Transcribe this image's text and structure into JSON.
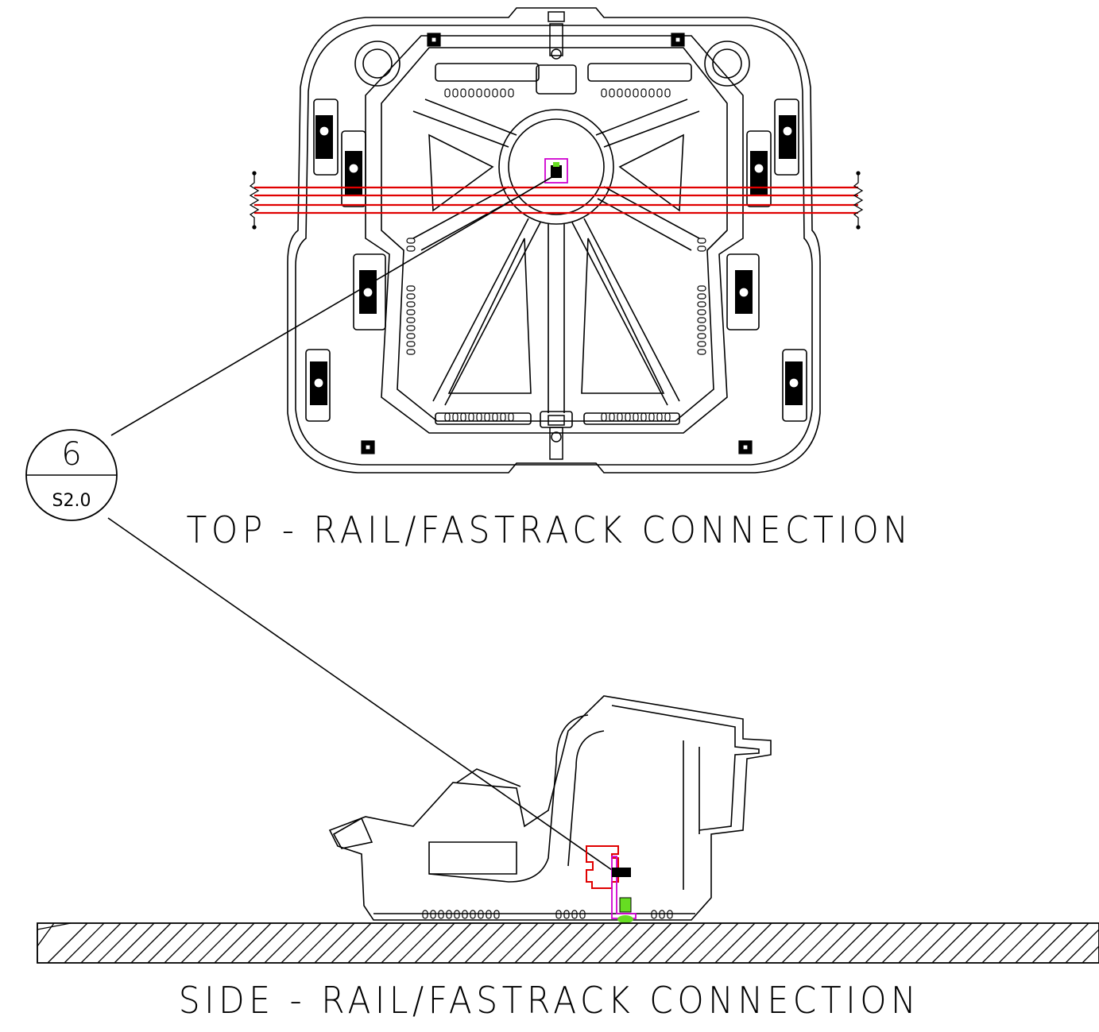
{
  "views": {
    "top_title": "TOP - RAIL/FASTRACK CONNECTION",
    "side_title": "SIDE - RAIL/FASTRACK CONNECTION"
  },
  "callout": {
    "detail_number": "6",
    "sheet_ref": "S2.0"
  },
  "colors": {
    "line": "#000000",
    "rail": "#e00000",
    "fastener_highlight": "#d000d0",
    "ground_anchor": "#66dd22"
  }
}
